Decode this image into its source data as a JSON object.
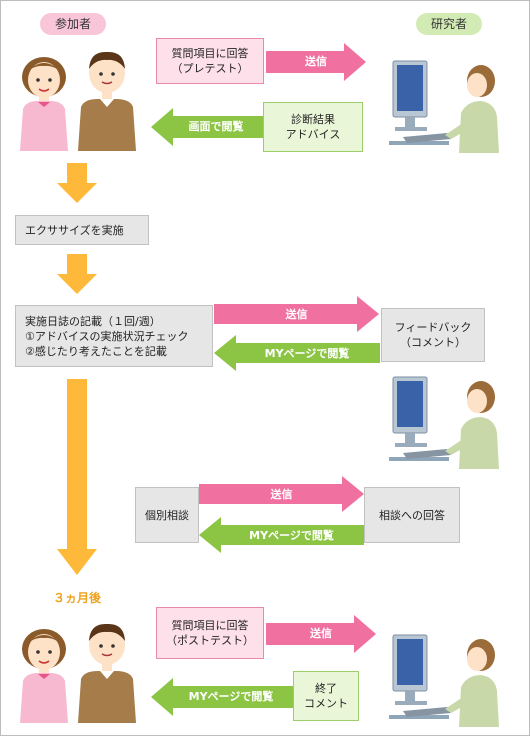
{
  "labels": {
    "participant": "参加者",
    "researcher": "研究者"
  },
  "row1": {
    "question_box": "質問項目に回答\n（プレテスト）",
    "send_arrow": "送信",
    "result_box": "診断結果\nアドバイス",
    "return_arrow": "画面で閲覧"
  },
  "exercise_box": "エクササイズを実施",
  "diary": {
    "box": "実施日誌の記載（１回/週）\n①アドバイスの実施状況チェック\n②感じたり考えたことを記載",
    "send_arrow": "送信",
    "feedback_box": "フィードバック\n（コメント）",
    "return_arrow": "MYページで閲覧"
  },
  "consult": {
    "box": "個別相談",
    "send_arrow": "送信",
    "answer_box": "相談への回答",
    "return_arrow": "MYページで閲覧"
  },
  "after_label": "３ヵ月後",
  "row_final": {
    "question_box": "質問項目に回答\n（ポストテスト）",
    "send_arrow": "送信",
    "end_box": "終了\nコメント",
    "return_arrow": "MYページで閲覧"
  },
  "colors": {
    "pink_arrow": "#f0709f",
    "green_arrow": "#8cc443",
    "orange_arrow": "#ffb93a"
  },
  "icons": [
    "person-woman-icon",
    "person-man-icon",
    "researcher-computer-icon"
  ]
}
